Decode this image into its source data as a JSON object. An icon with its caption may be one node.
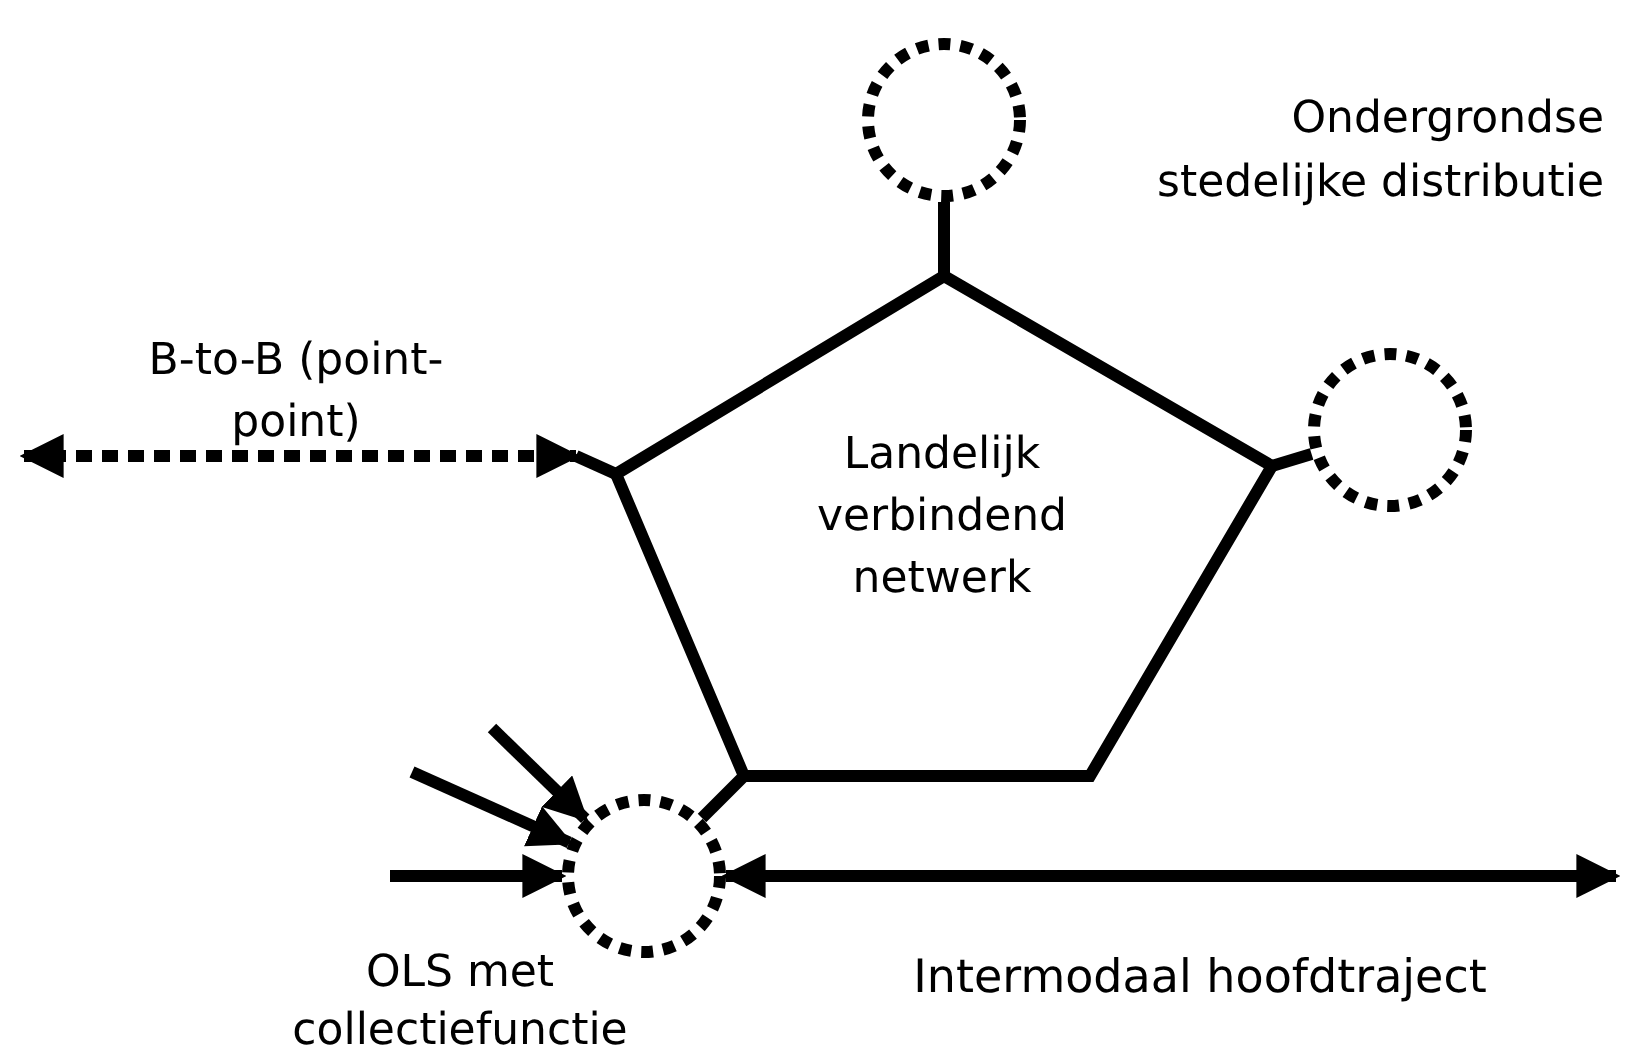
{
  "diagram": {
    "nodes": [
      {
        "text": [
          "Landelijk verbindend netwerk"
        ]
      },
      {
        "text": [],
        "shape": "circle"
      },
      {
        "text": [],
        "shape": "circle"
      },
      {
        "text": [],
        "shape": "circle",
        "beside": [
          "OLS met collectiefunctie"
        ]
      }
    ],
    "edges": [
      {
        "from": 1,
        "to": 0,
        "arrow": "none"
      },
      {
        "from": 2,
        "to": 0,
        "arrow": "none"
      },
      {
        "from": 3,
        "to": 0,
        "arrow": "none"
      },
      {
        "from": 0,
        "to": null,
        "arrow": "both",
        "style": "dashed",
        "label": "B-to-B (point-point)"
      },
      {
        "from": 3,
        "to": null,
        "arrow": "both",
        "label": "Intermodaal hoofdtraject"
      },
      {
        "from": null,
        "to": 3,
        "arrow": "to"
      },
      {
        "from": null,
        "to": 3,
        "arrow": "to"
      },
      {
        "from": null,
        "to": 3,
        "arrow": "to"
      }
    ],
    "labels": [
      "Ondergrondse stedelijke distributie"
    ]
  }
}
